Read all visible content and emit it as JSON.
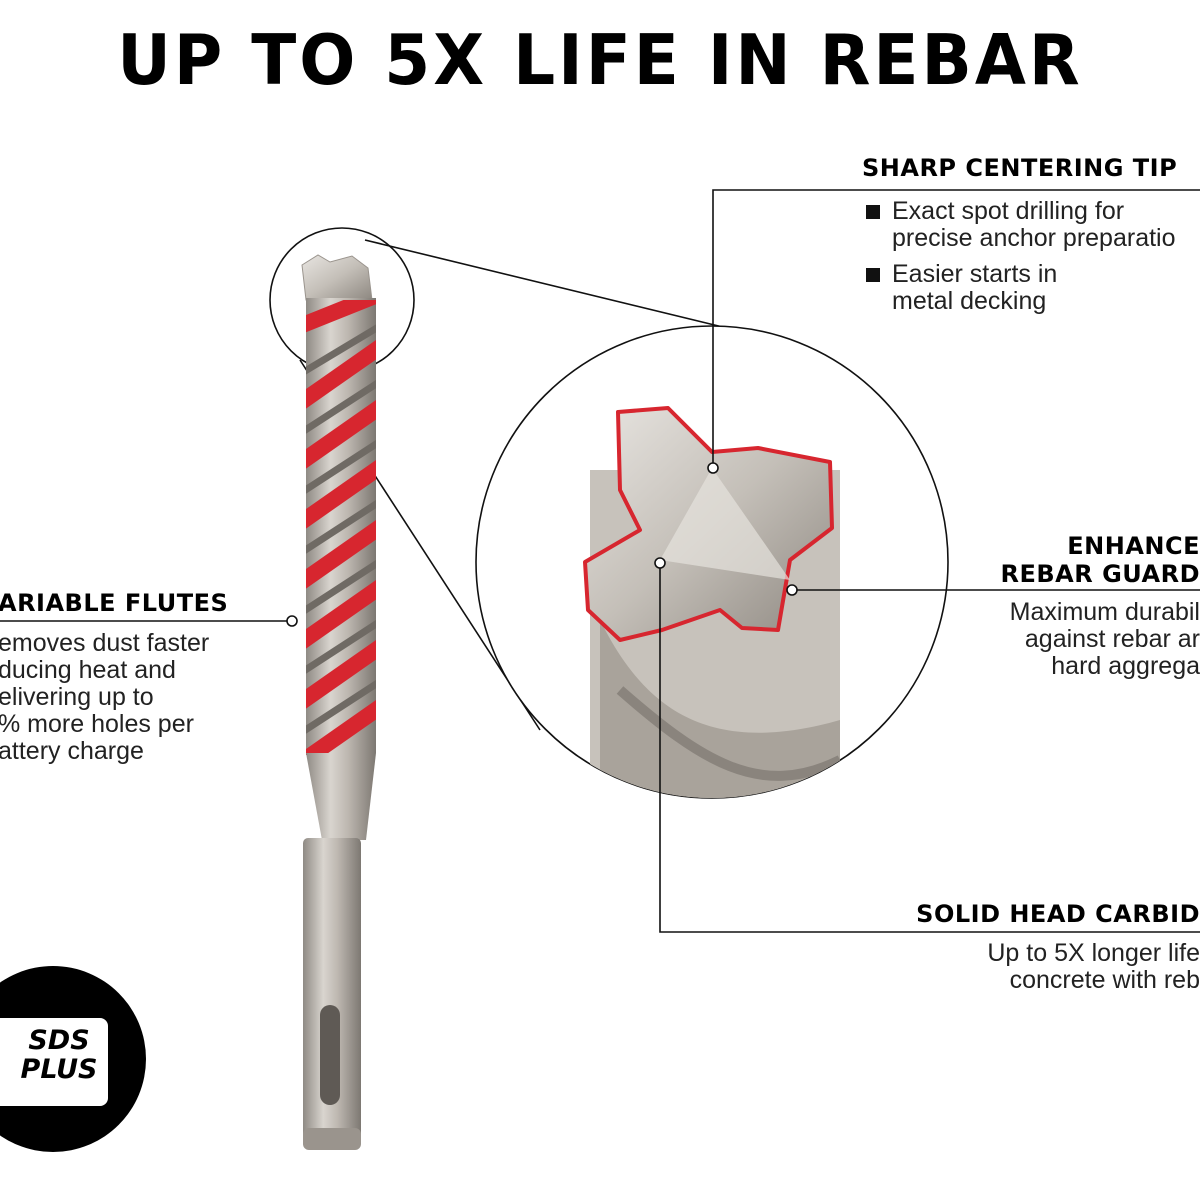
{
  "headline": "UP TO 5X LIFE IN REBAR",
  "features": {
    "centering_tip": {
      "title": "SHARP CENTERING TIP",
      "bullets": [
        [
          "Exact spot drilling for",
          "precise anchor preparatio"
        ],
        [
          "Easier starts in",
          "metal decking"
        ]
      ]
    },
    "flutes": {
      "title": "ARIABLE FLUTES",
      "lines": [
        "emoves dust faster",
        "ducing heat and",
        "elivering up to",
        "% more holes per",
        "attery charge"
      ]
    },
    "rebar_guard": {
      "title_lines": [
        "ENHANCE",
        "REBAR GUARD"
      ],
      "lines": [
        "Maximum durabil",
        "against rebar ar",
        "hard aggrega"
      ]
    },
    "carbide": {
      "title": "SOLID HEAD CARBID",
      "lines": [
        "Up to 5X longer life",
        "concrete with reb"
      ]
    }
  },
  "badge": {
    "lines": [
      "SDS",
      "PLUS"
    ]
  },
  "colors": {
    "accent_red": "#d7262f",
    "steel": "#b8b2aa",
    "text": "#111111"
  }
}
